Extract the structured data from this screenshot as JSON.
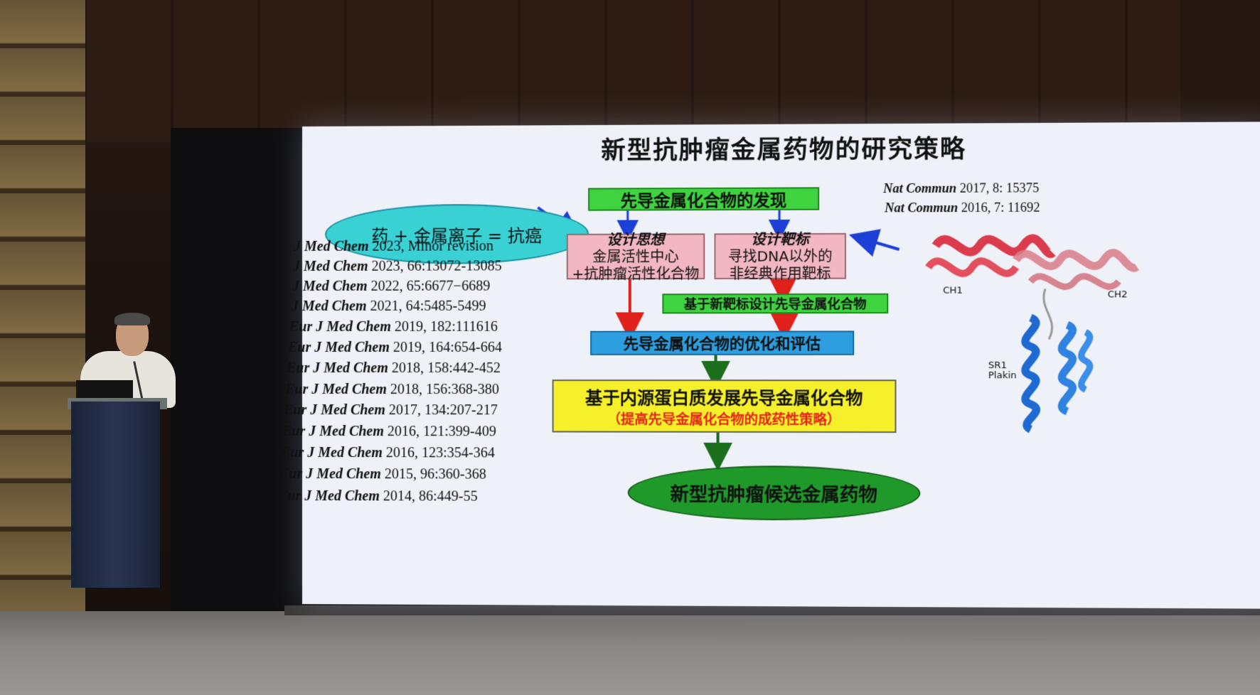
{
  "slide": {
    "title": "新型抗肿瘤金属药物的研究策略",
    "ellipse_text": "药 + 金属离子 = 抗癌",
    "box_discovery": "先导金属化合物的发现",
    "box_design_idea_head": "设计思想",
    "box_design_idea_l1": "金属活性中心",
    "box_design_idea_l2": "+抗肿瘤活性化合物",
    "box_design_target_head": "设计靶标",
    "box_design_target_l1": "寻找DNA以外的",
    "box_design_target_l2": "非经典作用靶标",
    "box_new_target": "基于新靶标设计先导金属化合物",
    "box_optimize": "先导金属化合物的优化和评估",
    "box_endogenous_l1": "基于内源蛋白质发展先导金属化合物",
    "box_endogenous_l2": "（提高先导金属化合物的成药性策略）",
    "final": "新型抗肿瘤候选金属药物",
    "nat_refs": [
      {
        "journal": "Nat Commun",
        "detail": " 2017, 8: 15375"
      },
      {
        "journal": "Nat Commun",
        "detail": " 2016, 7: 11692"
      }
    ],
    "refs": [
      {
        "journal": "J Med Chem",
        "detail": " 2023, Minor revision"
      },
      {
        "journal": "J Med Chem",
        "detail": " 2023, 66:13072-13085"
      },
      {
        "journal": "J Med Chem",
        "detail": " 2022, 65:6677−6689"
      },
      {
        "journal": "J Med Chem",
        "detail": " 2021, 64:5485-5499"
      },
      {
        "journal": "Eur J Med Chem",
        "detail": "  2019, 182:111616"
      },
      {
        "journal": "Eur J Med Chem",
        "detail": " 2019, 164:654-664"
      },
      {
        "journal": "Eur J Med Chem",
        "detail": " 2018, 158:442-452"
      },
      {
        "journal": "Eur J Med Chem",
        "detail": " 2018, 156:368-380"
      },
      {
        "journal": "Eur J Med Chem",
        "detail": " 2017, 134:207-217"
      },
      {
        "journal": "Eur J Med Chem",
        "detail": " 2016, 121:399-409"
      },
      {
        "journal": "Eur J Med Chem",
        "detail": " 2016, 123:354-364"
      },
      {
        "journal": "Eur J Med Chem",
        "detail": " 2015, 96:360-368"
      },
      {
        "journal": "Eur J Med Chem",
        "detail": " 2014, 86:449-55"
      }
    ],
    "protein_labels": {
      "ch1": "CH1",
      "ch2": "CH2",
      "sr1": "SR1\nPlakin"
    }
  },
  "colors": {
    "arrow_blue": "#1c3fd6",
    "arrow_red": "#e0201a",
    "arrow_green": "#1b6e1b",
    "subtitle_red": "#e2241c"
  }
}
